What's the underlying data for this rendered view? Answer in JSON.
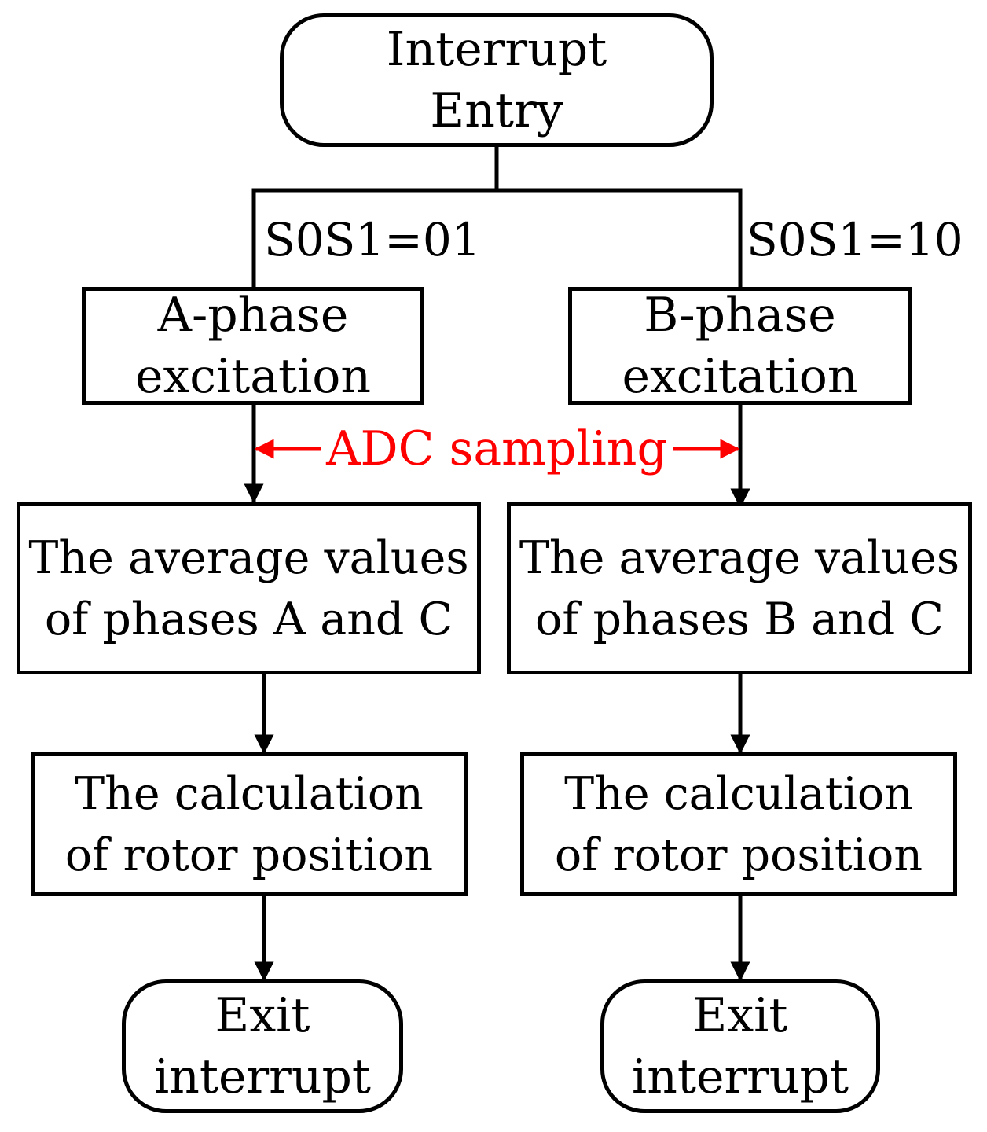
{
  "nodes": {
    "entry": {
      "line1": "Interrupt",
      "line2": "Entry"
    },
    "a_excitation": {
      "line1": "A-phase",
      "line2": "excitation"
    },
    "b_excitation": {
      "line1": "B-phase",
      "line2": "excitation"
    },
    "a_average": {
      "line1": "The average values",
      "line2": "of phases A and C"
    },
    "b_average": {
      "line1": "The average values",
      "line2": "of phases B and C"
    },
    "a_calc": {
      "line1": "The calculation",
      "line2": "of rotor position"
    },
    "b_calc": {
      "line1": "The calculation",
      "line2": "of rotor position"
    },
    "a_exit": {
      "line1": "Exit",
      "line2": "interrupt"
    },
    "b_exit": {
      "line1": "Exit",
      "line2": "interrupt"
    }
  },
  "branch_labels": {
    "left": "S0S1=01",
    "right": "S0S1=10"
  },
  "annotation": {
    "text": "ADC sampling"
  },
  "colors": {
    "stroke": "#000000",
    "annotation": "#ff0000",
    "background": "#ffffff"
  }
}
